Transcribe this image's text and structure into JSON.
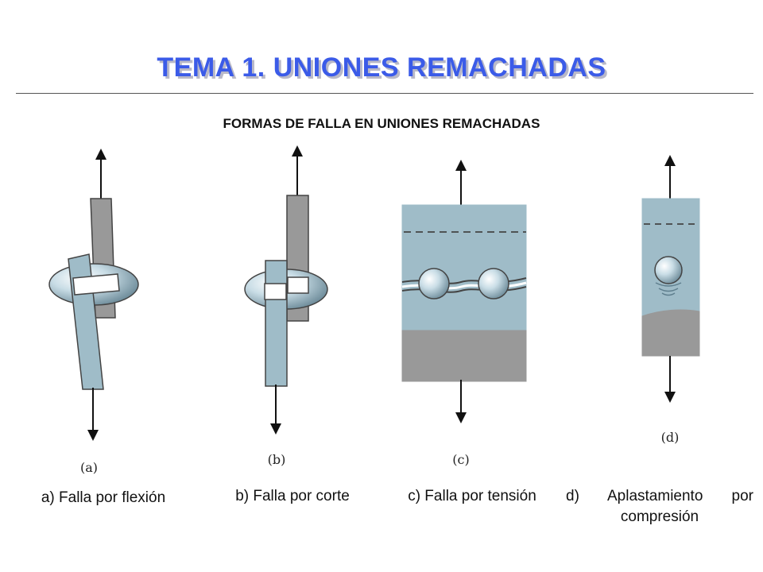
{
  "title": "TEMA 1. UNIONES REMACHADAS",
  "subtitle": "FORMAS DE FALLA EN UNIONES REMACHADAS",
  "figures": [
    {
      "label": "(a)",
      "caption": "a) Falla por flexión"
    },
    {
      "label": "(b)",
      "caption": "b) Falla por corte"
    },
    {
      "label": "(c)",
      "caption": "c) Falla por tensión"
    },
    {
      "label": "(d)",
      "caption_line1": "d) Aplastamiento por",
      "caption_line2": "compresión"
    }
  ],
  "colors": {
    "title": "#3b5be8",
    "plate_blue": "#9fbcc8",
    "plate_gray": "#999999",
    "outline": "#444444"
  }
}
